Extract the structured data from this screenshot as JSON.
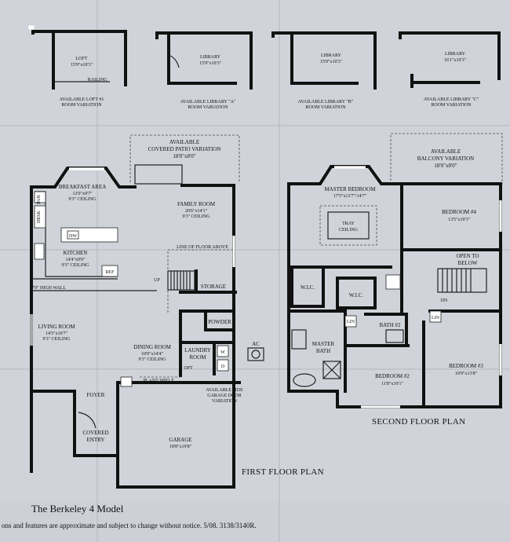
{
  "variations": [
    {
      "room": "LOFT",
      "dims": "15'9\"x10'3\"",
      "note": "RAILING",
      "caption1": "AVAILABLE LOFT #1",
      "caption2": "ROOM VARIATION"
    },
    {
      "room": "LIBRARY",
      "dims": "15'9\"x10'3\"",
      "caption1": "AVAILABLE LIBRARY \"A\"",
      "caption2": "ROOM VARIATION"
    },
    {
      "room": "LIBRARY",
      "dims": "15'9\"x10'3\"",
      "caption1": "AVAILABLE LIBRARY \"B\"",
      "caption2": "ROOM VARIATION"
    },
    {
      "room": "LIBRARY",
      "dims": "16'1\"x10'3\"",
      "caption1": "AVAILABLE LIBRARY \"C\"",
      "caption2": "ROOM VARIATION"
    }
  ],
  "first_floor": {
    "title": "FIRST FLOOR PLAN",
    "patio": {
      "line1": "AVAILABLE",
      "line2": "COVERED PATIO VARIATION",
      "dims": "18'0\"x8'0\""
    },
    "breakfast": {
      "name": "BREAKFAST AREA",
      "dims": "12'0\"x9'7\"",
      "ceiling": "9'3\" CEILING"
    },
    "family": {
      "name": "FAMILY ROOM",
      "dims": "20'6\"x14'1\"",
      "ceiling": "9'3\" CEILING"
    },
    "kitchen": {
      "name": "KITCHEN",
      "dims": "14'4\"x9'0\"",
      "ceiling": "9'3\" CEILING"
    },
    "pan": "PAN",
    "desk": "DESK",
    "dw": "DW",
    "ref": "REF",
    "floor_above": "LINE OF FLOOR ABOVE",
    "up": "UP",
    "storage": "STORAGE",
    "high_wall": "7'9\" HIGH WALL",
    "living": {
      "name": "LIVING ROOM",
      "dims": "14'5\"x10'7\"",
      "ceiling": "9'3\" CEILING"
    },
    "powder": "POWDER",
    "laundry": {
      "line1": "LAUNDRY",
      "line2": "ROOM"
    },
    "w": "W",
    "d": "D",
    "opt": "OPT",
    "ac": "AC",
    "dining": {
      "name": "DINING ROOM",
      "dims": "10'0\"x14'4\"",
      "ceiling": "9'3\" CEILING"
    },
    "plant_shelf": "PLANT SHELF",
    "side_door": {
      "line1": "AVAILABLE SIDE",
      "line2": "GARAGE DOOR",
      "line3": "VARIATION"
    },
    "foyer": "FOYER",
    "entry": {
      "line1": "COVERED",
      "line2": "ENTRY"
    },
    "garage": {
      "name": "GARAGE",
      "dims": "18'8\"x19'8\""
    }
  },
  "second_floor": {
    "title": "SECOND FLOOR PLAN",
    "balcony": {
      "line1": "AVAILABLE",
      "line2": "BALCONY VARIATION",
      "dims": "18'0\"x8'0\""
    },
    "master": {
      "name": "MASTER BEDROOM",
      "dims": "17'5\"x13'7\"/14'7\""
    },
    "tray": {
      "line1": "TRAY",
      "line2": "CEILING"
    },
    "bed4": {
      "name": "BEDROOM #4",
      "dims": "13'5\"x10'3\""
    },
    "open_below": {
      "line1": "OPEN TO",
      "line2": "BELOW"
    },
    "dn": "DN",
    "wic1": "W.I.C.",
    "wic2": "W.I.C.",
    "lin1": "LIN",
    "lin2": "LIN",
    "bath2": "BATH #2",
    "master_bath": {
      "line1": "MASTER",
      "line2": "BATH"
    },
    "bed2": {
      "name": "BEDROOM #2",
      "dims": "11'8\"x10'1\""
    },
    "bed3": {
      "name": "BEDROOM #3",
      "dims": "10'9\"x13'8\""
    }
  },
  "model_title": "The Berkeley 4 Model",
  "disclaimer": "ons and features are approximate and subject to change without notice. 5/08. 3138/3140R."
}
